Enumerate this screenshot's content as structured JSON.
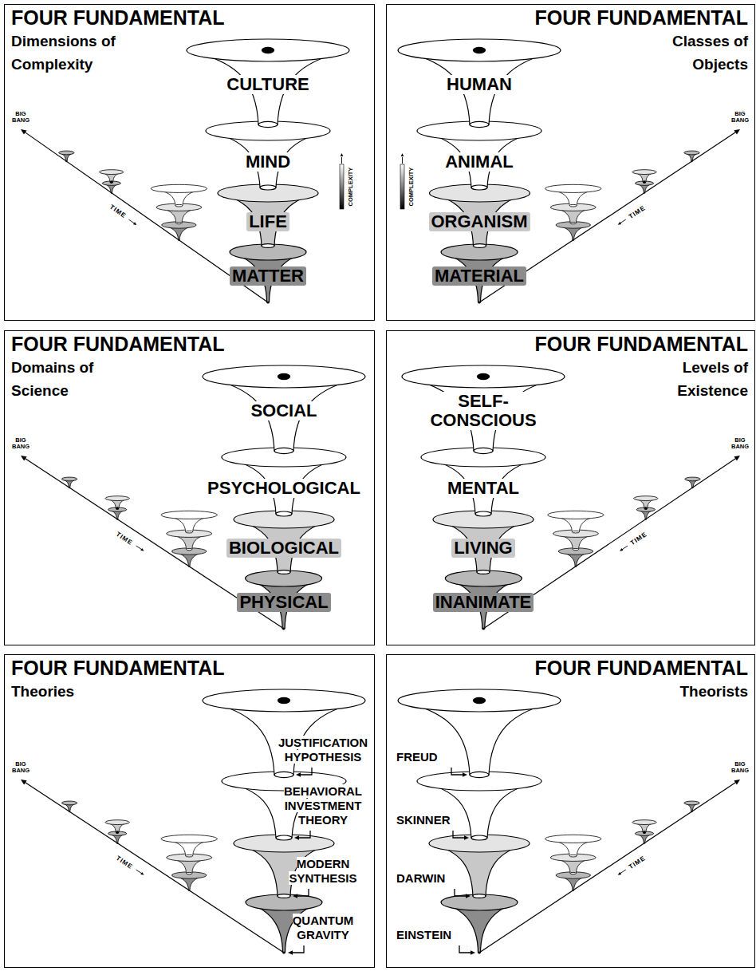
{
  "diagram": {
    "nodes": [
      {
        "text": [
          "FOUR FUNDAMENTAL",
          "Dimensions of Complexity"
        ]
      },
      {
        "text": [
          "CULTURE"
        ],
        "in": 0
      },
      {
        "text": [
          "MIND"
        ],
        "in": 0
      },
      {
        "text": [
          "LIFE"
        ],
        "in": 0
      },
      {
        "text": [
          "MATTER"
        ],
        "in": 0
      },
      {
        "text": [
          "FOUR FUNDAMENTAL",
          "Classes of Objects"
        ]
      },
      {
        "text": [
          "HUMAN"
        ],
        "in": 5
      },
      {
        "text": [
          "ANIMAL"
        ],
        "in": 5
      },
      {
        "text": [
          "ORGANISM"
        ],
        "in": 5
      },
      {
        "text": [
          "MATERIAL"
        ],
        "in": 5
      },
      {
        "text": [
          "FOUR FUNDAMENTAL",
          "Domains of Science"
        ]
      },
      {
        "text": [
          "SOCIAL"
        ],
        "in": 10
      },
      {
        "text": [
          "PSYCHOLOGICAL"
        ],
        "in": 10
      },
      {
        "text": [
          "BIOLOGICAL"
        ],
        "in": 10
      },
      {
        "text": [
          "PHYSICAL"
        ],
        "in": 10
      },
      {
        "text": [
          "FOUR FUNDAMENTAL",
          "Levels of Existence"
        ]
      },
      {
        "text": [
          "SELF-CONSCIOUS"
        ],
        "in": 15
      },
      {
        "text": [
          "MENTAL"
        ],
        "in": 15
      },
      {
        "text": [
          "LIVING"
        ],
        "in": 15
      },
      {
        "text": [
          "INANIMATE"
        ],
        "in": 15
      },
      {
        "text": [
          "FOUR FUNDAMENTAL",
          "Theories"
        ]
      },
      {
        "text": [
          "FOUR FUNDAMENTAL",
          "Theorists"
        ]
      }
    ],
    "labels": [
      "BIG BANG",
      "TIME",
      "COMPLEXITY",
      "BIG BANG",
      "TIME",
      "COMPLEXITY",
      "BIG BANG",
      "TIME",
      "BIG BANG",
      "TIME",
      "BIG BANG",
      "TIME",
      "JUSTIFICATION HYPOTHESIS",
      "BEHAVIORAL INVESTMENT THEORY",
      "MODERN SYNTHESIS",
      "QUANTUM GRAVITY",
      "BIG BANG",
      "TIME",
      "FREUD",
      "SKINNER",
      "DARWIN",
      "EINSTEIN"
    ]
  }
}
